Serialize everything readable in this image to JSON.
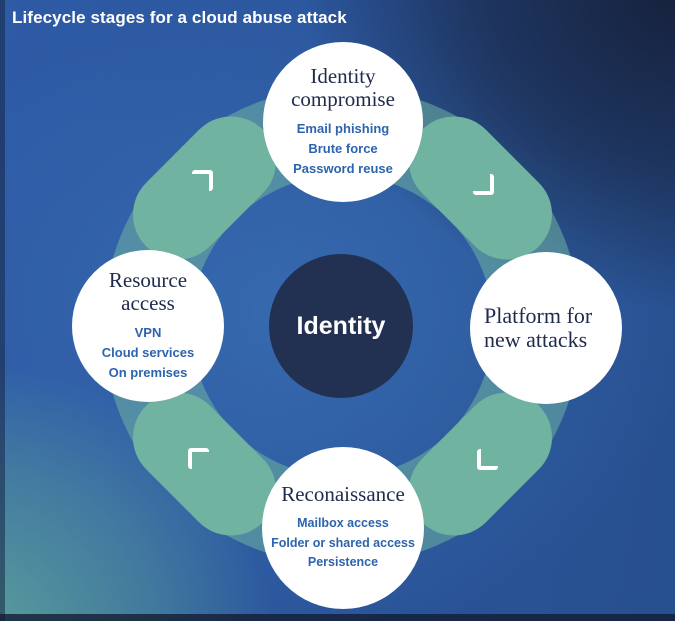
{
  "title": "Lifecycle stages for a cloud abuse attack",
  "center": {
    "label": "Identity"
  },
  "stages": [
    {
      "name": "identity-compromise",
      "position": "top",
      "title": "Identity compromise",
      "items": [
        "Email phishing",
        "Brute force",
        "Password reuse"
      ]
    },
    {
      "name": "platform-for-new-attacks",
      "position": "right",
      "title": "Platform for new attacks",
      "items": []
    },
    {
      "name": "reconaissance",
      "position": "bottom",
      "title": "Reconaissance",
      "items": [
        "Mailbox access",
        "Folder or shared access",
        "Persistence"
      ]
    },
    {
      "name": "resource-access",
      "position": "left",
      "title": "Resource access",
      "items": [
        "VPN",
        "Cloud services",
        "On premises"
      ]
    }
  ],
  "flow": {
    "direction": "clockwise",
    "connector_icon": "chevron"
  },
  "colors": {
    "background_blue": "#2a549a",
    "background_dark_navy": "#1f2c4a",
    "background_teal_glow": "#55958e",
    "ring_translucent_teal": "rgba(111,179,162,0.55)",
    "segment_teal": "#6fb3a0",
    "circle_white": "#ffffff",
    "center_circle_navy": "#223052",
    "heading_navy": "#1f2a4c",
    "item_blue": "#2e64ad",
    "title_white": "#ffffff"
  }
}
